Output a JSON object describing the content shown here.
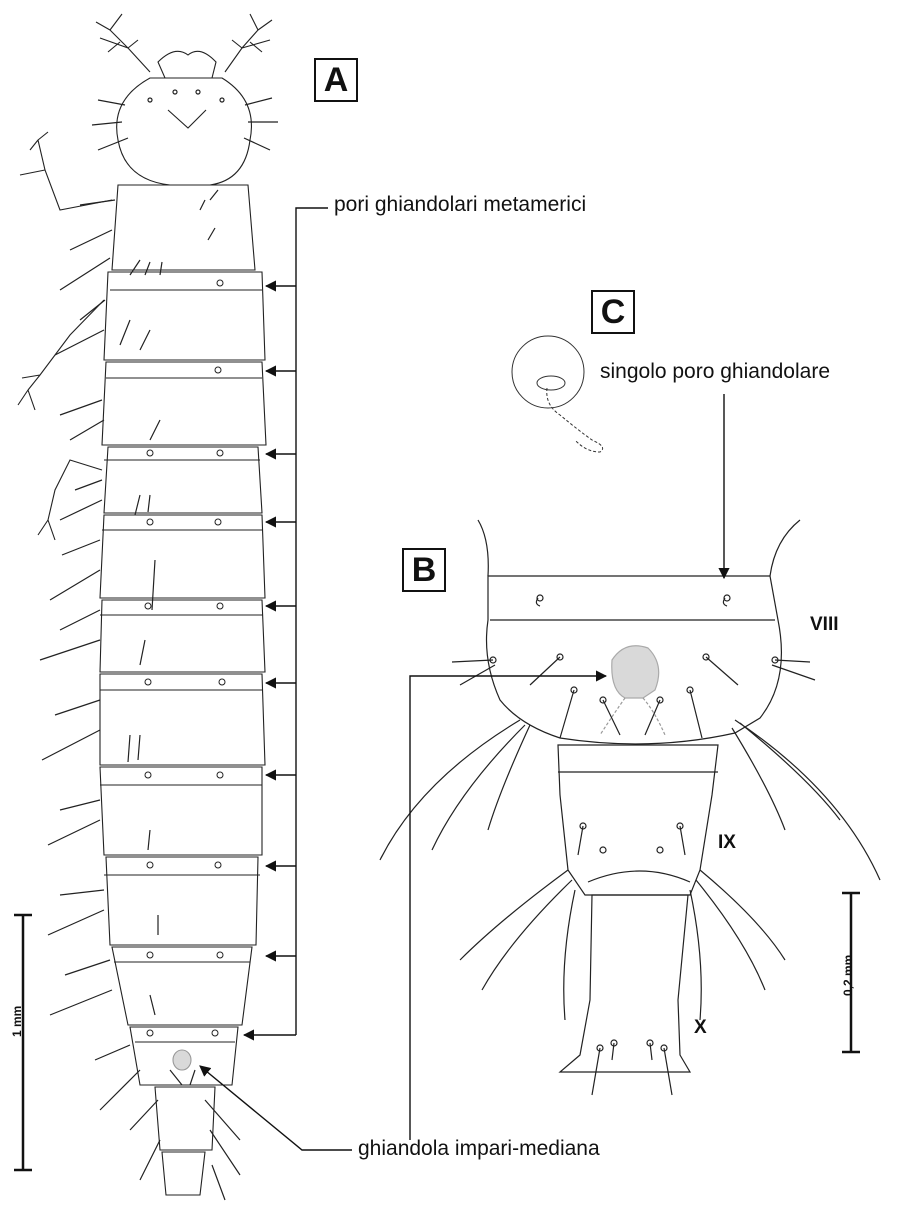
{
  "panels": {
    "a": "A",
    "b": "B",
    "c": "C"
  },
  "annotations": {
    "metameric_pores": "pori ghiandolari metamerici",
    "single_pore": "singolo poro ghiandolare",
    "median_gland": "ghiandola impari-mediana"
  },
  "segments": {
    "viii": "VIII",
    "ix": "IX",
    "x": "X"
  },
  "scale_bars": {
    "left": "1 mm",
    "right": "0,2 mm"
  },
  "colors": {
    "ink": "#111111",
    "gland_fill": "#d9d9d9"
  }
}
